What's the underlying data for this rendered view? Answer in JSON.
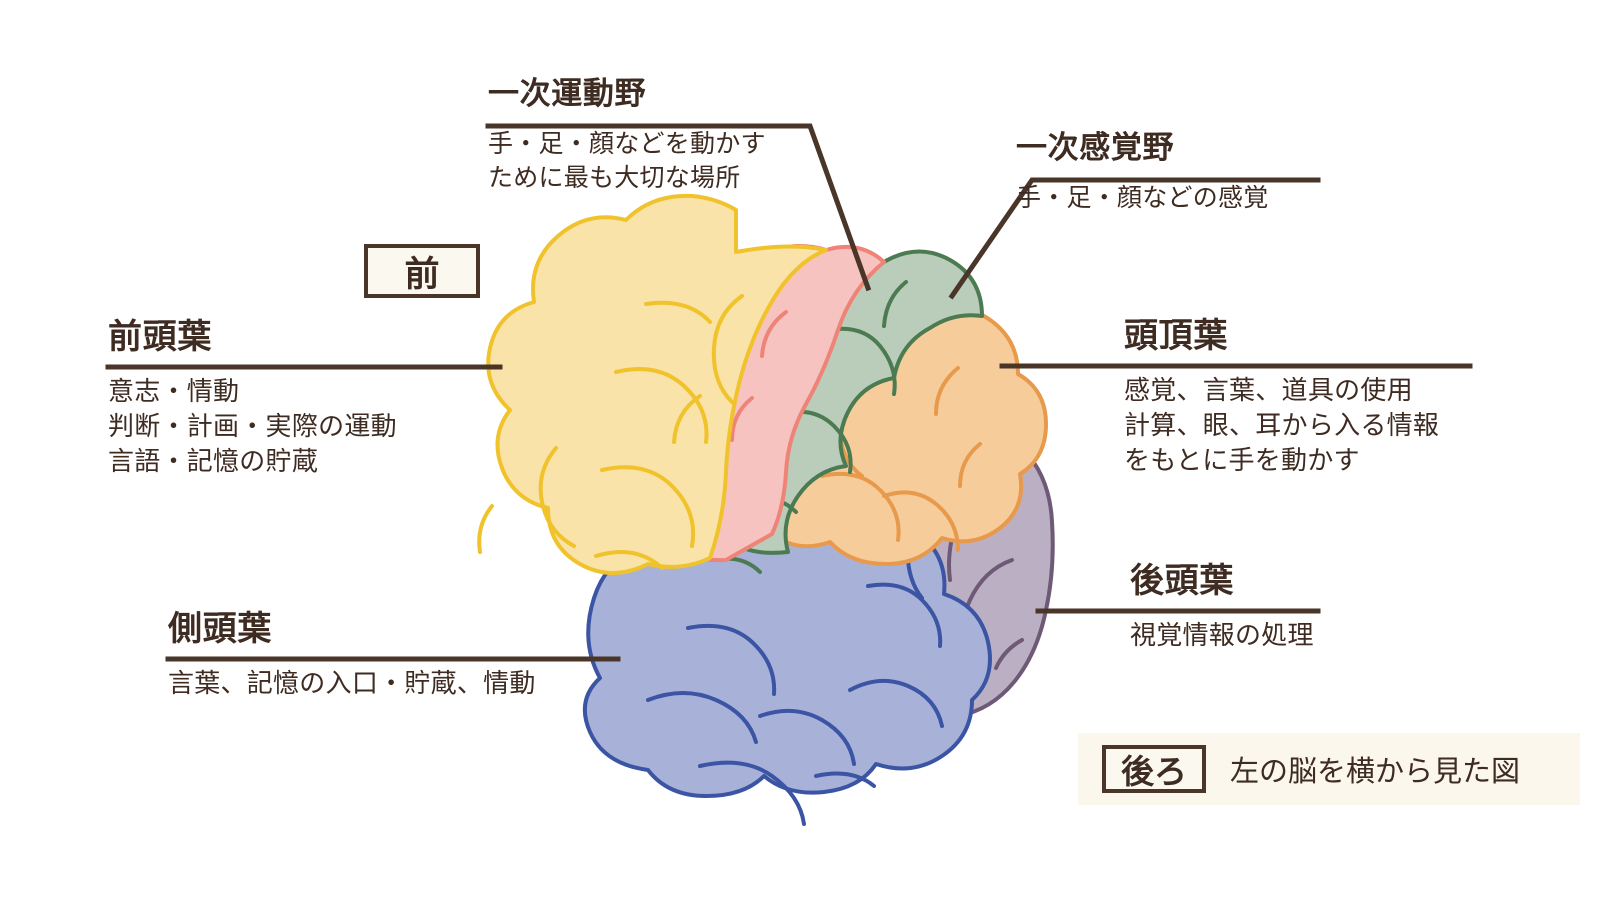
{
  "figure": {
    "kind": "brain-lobe-anatomy-diagram",
    "caption": {
      "direction_box": "後ろ",
      "text": "左の脳を横から見た図"
    },
    "front_marker": "前"
  },
  "callouts": {
    "primary_motor": {
      "title": "一次運動野",
      "body": "手・足・顔などを動かす\nために最も大切な場所"
    },
    "primary_sensory": {
      "title": "一次感覚野",
      "body": "手・足・顔などの感覚"
    },
    "frontal_lobe": {
      "title": "前頭葉",
      "body": "意志・情動\n判断・計画・実際の運動\n言語・記憶の貯蔵"
    },
    "parietal_lobe": {
      "title": "頭頂葉",
      "body": "感覚、言葉、道具の使用\n計算、眼、耳から入る情報\nをもとに手を動かす"
    },
    "temporal_lobe": {
      "title": "側頭葉",
      "body": "言葉、記憶の入口・貯蔵、情動"
    },
    "occipital_lobe": {
      "title": "後頭葉",
      "body": "視覚情報の処理"
    }
  },
  "regions": [
    {
      "name": "frontal-lobe",
      "label": "前頭葉",
      "fill": "#FAE3A8",
      "stroke": "#F0C22C"
    },
    {
      "name": "primary-motor",
      "label": "一次運動野",
      "fill": "#F6C3C0",
      "stroke": "#EE8478"
    },
    {
      "name": "primary-sensory",
      "label": "一次感覚野",
      "fill": "#B9CDBA",
      "stroke": "#4C7A51"
    },
    {
      "name": "parietal-lobe",
      "label": "頭頂葉",
      "fill": "#F7CC9B",
      "stroke": "#E89A4C"
    },
    {
      "name": "temporal-lobe",
      "label": "側頭葉",
      "fill": "#A8B2D8",
      "stroke": "#3B55A4"
    },
    {
      "name": "occipital-lobe",
      "label": "後頭葉",
      "fill": "#BBAFC4",
      "stroke": "#6E5A76"
    }
  ],
  "colors": {
    "ink": "#3E2B21",
    "rule": "#4A3529",
    "leader": "#4A3529",
    "box_fill": "#FBF8EF",
    "caption_bg": "#FBF7EC",
    "page_bg": "#FFFFFF"
  }
}
